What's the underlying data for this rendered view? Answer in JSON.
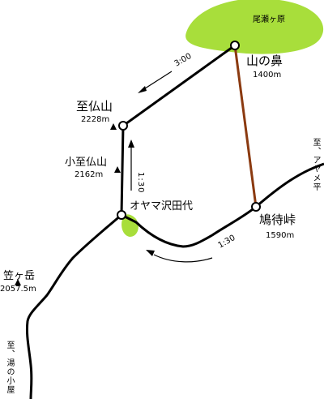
{
  "colors": {
    "green_area": "#a8de3b",
    "route_black": "#000000",
    "route_brown": "#8b3a10"
  },
  "icons": [
    "peak-triangle-icon",
    "waypoint-circle-icon",
    "direction-arrow-icon"
  ],
  "places": {
    "ozegahara": {
      "name": "尾瀬ヶ原"
    },
    "yamanohana": {
      "name": "山の鼻",
      "elevation": "1400m"
    },
    "shibutsusan": {
      "name": "至仏山",
      "elevation": "2228m"
    },
    "koshibutsusan": {
      "name": "小至仏山",
      "elevation": "2162m"
    },
    "oyama_sawada": {
      "name": "オヤマ沢田代"
    },
    "hatomachi": {
      "name": "鳩待峠",
      "elevation": "1590m"
    },
    "kasagatake": {
      "name": "笠ヶ岳",
      "elevation": "2057.5m"
    }
  },
  "directions": {
    "to_ayamedaira": "至、アヤメ平",
    "to_yunokoya": "至、湯の小屋"
  },
  "times": {
    "yamanohana_to_shibutsu": "3:00",
    "oyama_to_shibutsu": "1:30",
    "hatomachi_to_oyama": "1:30"
  }
}
